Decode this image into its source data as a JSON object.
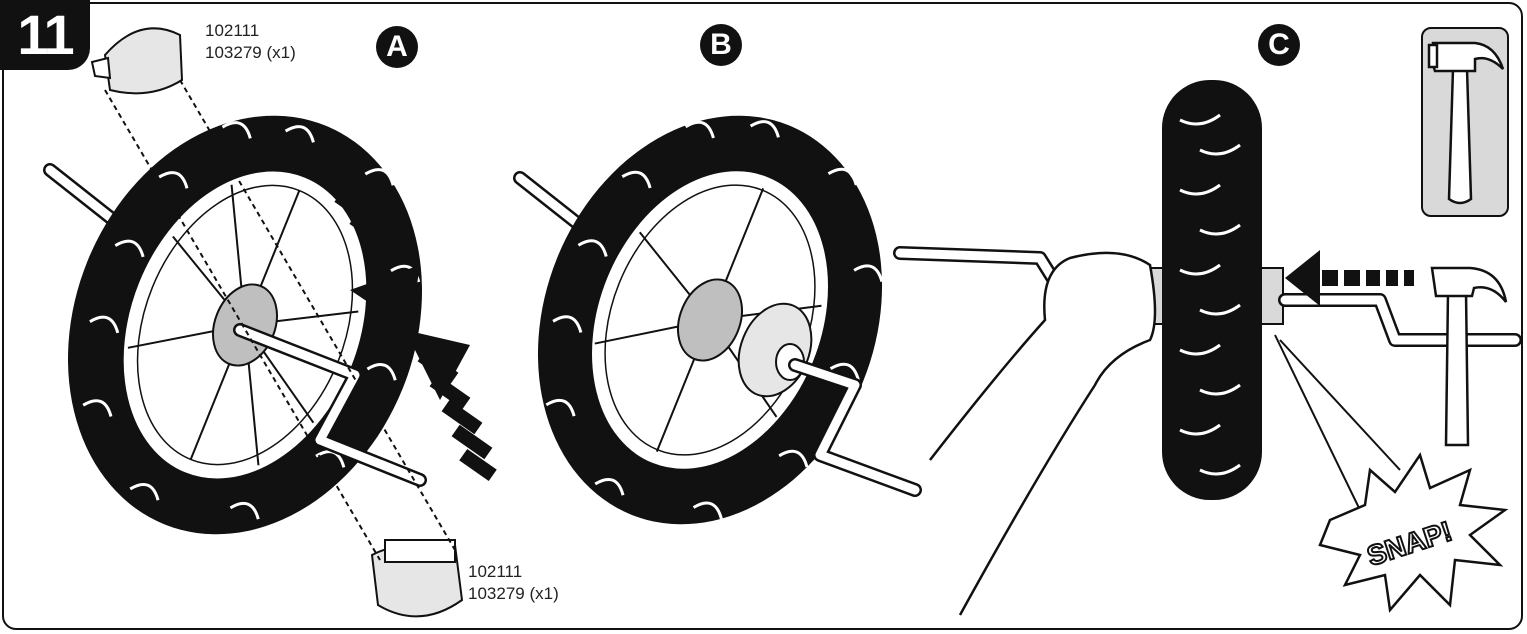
{
  "step": {
    "number": "11"
  },
  "substeps": [
    "A",
    "B",
    "C"
  ],
  "parts": {
    "top": {
      "code1": "102111",
      "code2": "103279 (x1)"
    },
    "bottom": {
      "code1": "102111",
      "code2": "103279 (x1)"
    }
  },
  "sound_effect": "SNAP!",
  "tool": {
    "icon": "hammer-icon"
  }
}
